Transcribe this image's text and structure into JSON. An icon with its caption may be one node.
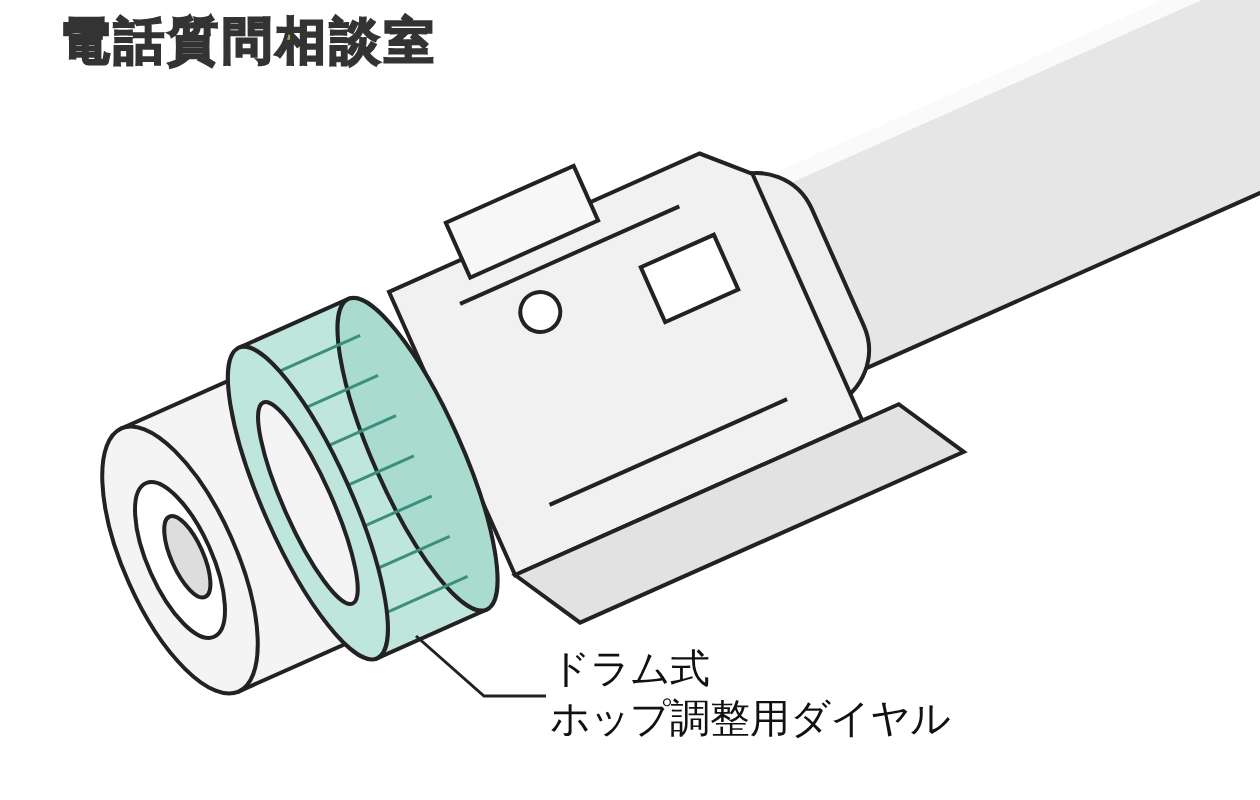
{
  "diagram": {
    "title": "電話質問相談室",
    "nodes": [
      {
        "text": [
          "ドラム式ホップ調整用ダイヤル"
        ]
      },
      {
        "text": [],
        "shape": "picture"
      }
    ],
    "edges": [
      {
        "from": 0,
        "to": 1,
        "arrow": "none"
      }
    ]
  }
}
